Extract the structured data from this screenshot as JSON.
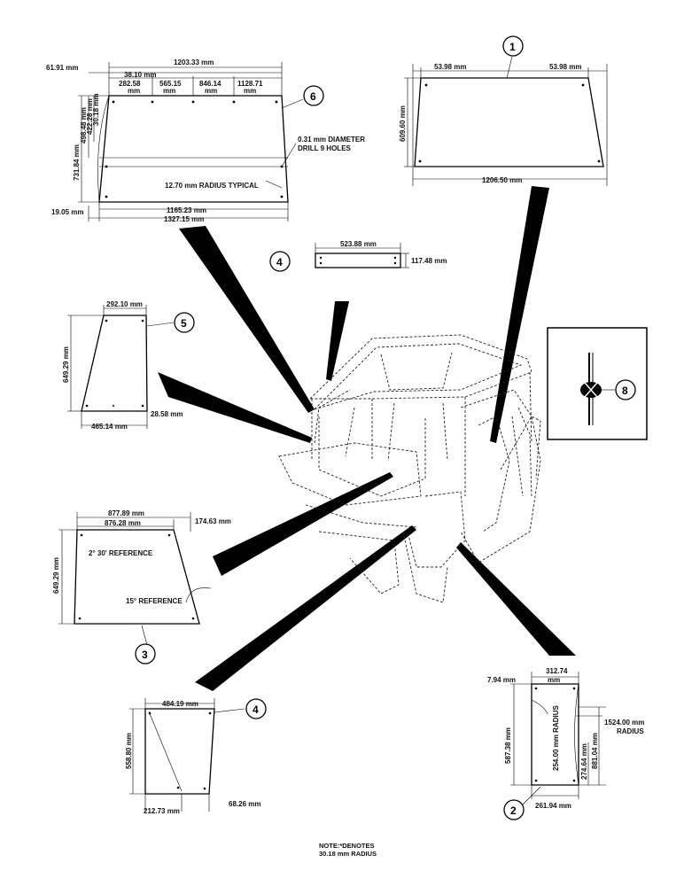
{
  "callouts": {
    "c1": "1",
    "c2": "2",
    "c3": "3",
    "c4a": "4",
    "c4b": "4",
    "c5": "5",
    "c6": "6",
    "c8": "8"
  },
  "panel6": {
    "d_left_offset": "61.91 mm",
    "d_top_width": "1203.33 mm",
    "d_a": "38.10 mm",
    "d_b": "282.58",
    "d_b_unit": "mm",
    "d_c": "565.15",
    "d_c_unit": "mm",
    "d_d": "846.14",
    "d_d_unit": "mm",
    "d_e": "1128.71",
    "d_e_unit": "mm",
    "d_h1": "498.48 mm",
    "d_h2": "422.28 mm",
    "d_h3": "30.18 mm",
    "d_height": "731.84 mm",
    "drill_1": "0.31 mm DIAMETER",
    "drill_2": "DRILL 9 HOLES",
    "radius": "12.70 mm RADIUS TYPICAL",
    "d_bottom_offset": "19.05 mm",
    "d_bottom_inner": "1165.23 mm",
    "d_bottom_overall": "1327.15 mm"
  },
  "panel1": {
    "d_left": "53.98 mm",
    "d_right": "53.98 mm",
    "d_height": "609.60 mm",
    "d_bottom": "1206.50 mm"
  },
  "panel4a": {
    "d_width": "523.88 mm",
    "d_height": "117.48 mm"
  },
  "panel5": {
    "d_top": "292.10 mm",
    "d_height": "649.29 mm",
    "d_right_offset": "28.58 mm",
    "d_bottom": "465.14 mm"
  },
  "panel3": {
    "d_top_overall": "877.89 mm",
    "d_top_inner": "876.28 mm",
    "d_right_offset": "174.63 mm",
    "ref_top": "2° 30' REFERENCE",
    "ref_bottom": "15° REFERENCE",
    "d_height": "649.29 mm"
  },
  "panel4b": {
    "d_top": "484.19 mm",
    "d_height": "558.80 mm",
    "d_bottom": "212.73 mm",
    "d_right_offset": "68.26 mm"
  },
  "panel2": {
    "d_top_1": "312.74",
    "d_top_2": "mm",
    "d_left_offset": "7.94 mm",
    "d_height": "587.38 mm",
    "radius_inner": "254.00 mm RADIUS",
    "d_inner_1": "274.64 mm",
    "d_inner_2": "881.04 mm",
    "radius_outer_1": "1524.00 mm",
    "radius_outer_2": "RADIUS",
    "d_bottom": "261.94 mm"
  },
  "note": {
    "line1": "NOTE:*DENOTES",
    "line2": "30.18 mm RADIUS"
  }
}
